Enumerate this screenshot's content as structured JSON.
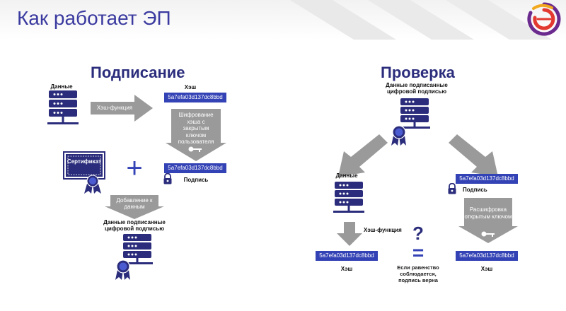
{
  "header": {
    "title": "Как работает ЭП",
    "colors": {
      "title": "#3a3aa0",
      "navy": "#2b2d7c",
      "hash": "#3342b5",
      "arrow": "#9a9a9a"
    }
  },
  "signing": {
    "title": "Подписание",
    "data_label": "Данные",
    "hash_label": "Хэш",
    "hash_function": "Хэш-функция",
    "hash_value_1": "5a7efa03d137dc8bbd",
    "encryption_step": "Шифрование хэша с закрытым ключом пользователя",
    "hash_value_2": "5a7efa03d137dc8bbd",
    "signature_label": "Подпись",
    "certificate_label": "Сертификат",
    "plus": "+",
    "add_to_data": "Добавление к данным",
    "signed_data_label": "Данные подписанные цифровой подписью"
  },
  "verification": {
    "title": "Проверка",
    "signed_data_label": "Данные подписанные цифровой подписью",
    "data_label": "Данные",
    "hash_function": "Хэш-функция",
    "hash_value_left": "5a7efa03d137dc8bbd",
    "hash_label_left": "Хэш",
    "hash_value_right_top": "5a7efa03d137dc8bbd",
    "signature_label": "Подпись",
    "decryption_step": "Расшифровка открытым ключом",
    "hash_value_right": "5a7efa03d137dc8bbd",
    "hash_label_right": "Хэш",
    "question_mark": "?",
    "equals": "=",
    "equality_note": "Если равенство соблюдается, подпись верна"
  }
}
